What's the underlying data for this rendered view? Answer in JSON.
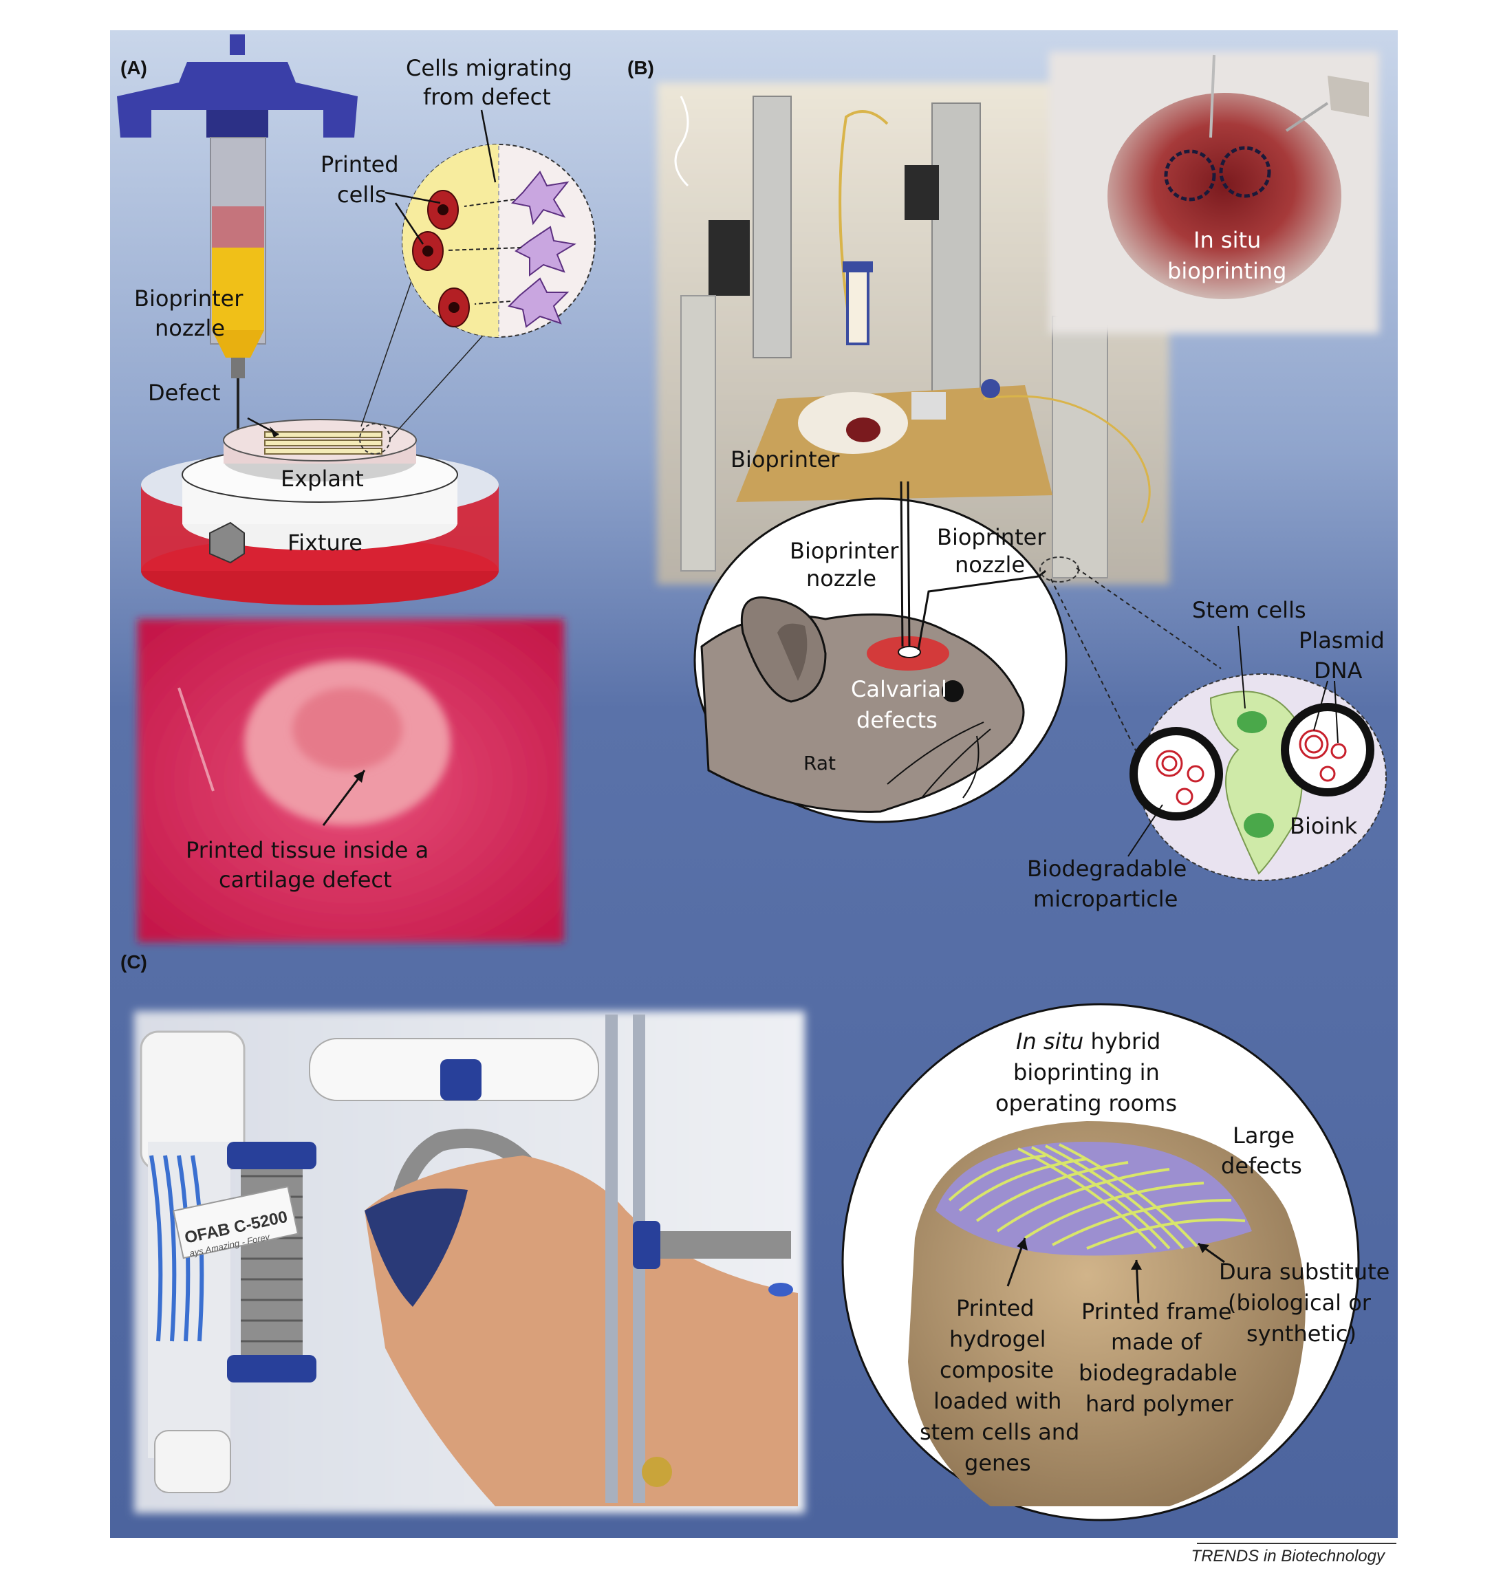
{
  "panels": {
    "A": {
      "label": "(A)",
      "cells_migrating": [
        "Cells migrating",
        "from defect"
      ],
      "printed_cells": [
        "Printed",
        "cells"
      ],
      "bioprinter_nozzle": [
        "Bioprinter",
        "nozzle"
      ],
      "defect": "Defect",
      "explant": "Explant",
      "fixture": "Fixture",
      "photo_caption": [
        "Printed tissue inside a",
        "cartilage defect"
      ]
    },
    "B": {
      "label": "(B)",
      "in_situ": [
        "In situ",
        "bioprinting"
      ],
      "bioprinter": "Bioprinter",
      "bioprinter_nozzle_1": [
        "Bioprinter",
        "nozzle"
      ],
      "bioprinter_nozzle_2": [
        "Bioprinter",
        "nozzle"
      ],
      "calvarial_defects": [
        "Calvarial",
        "defects"
      ],
      "rat": "Rat",
      "stem_cells": "Stem cells",
      "plasmid_dna": [
        "Plasmid",
        "DNA"
      ],
      "bioink": "Bioink",
      "microparticle": [
        "Biodegradable",
        "microparticle"
      ]
    },
    "C": {
      "label": "(C)",
      "device_text": [
        "OFAB C-5200",
        "ays Amazing - Forev"
      ],
      "title_italic": "In situ",
      "title_rest": " hybrid",
      "title_lines": [
        "bioprinting in",
        "operating rooms"
      ],
      "large_defects": [
        "Large",
        "defects"
      ],
      "dura": [
        "Dura substitute",
        "(biological or",
        "synthetic)"
      ],
      "hydrogel": [
        "Printed",
        "hydrogel",
        "composite",
        "loaded with",
        "stem cells and",
        "genes"
      ],
      "frame": [
        "Printed frame",
        "made of",
        "biodegradable",
        "hard polymer"
      ]
    }
  },
  "footer": "TRENDS in Biotechnology",
  "colors": {
    "bg_top": "#c9d6ea",
    "bg_bottom": "#4d66a0",
    "cartilage_pink": "#d8245c",
    "cell_red": "#b31f24",
    "stem_green": "#4aa84a",
    "nozzle_blue": "#3a3fa8"
  }
}
